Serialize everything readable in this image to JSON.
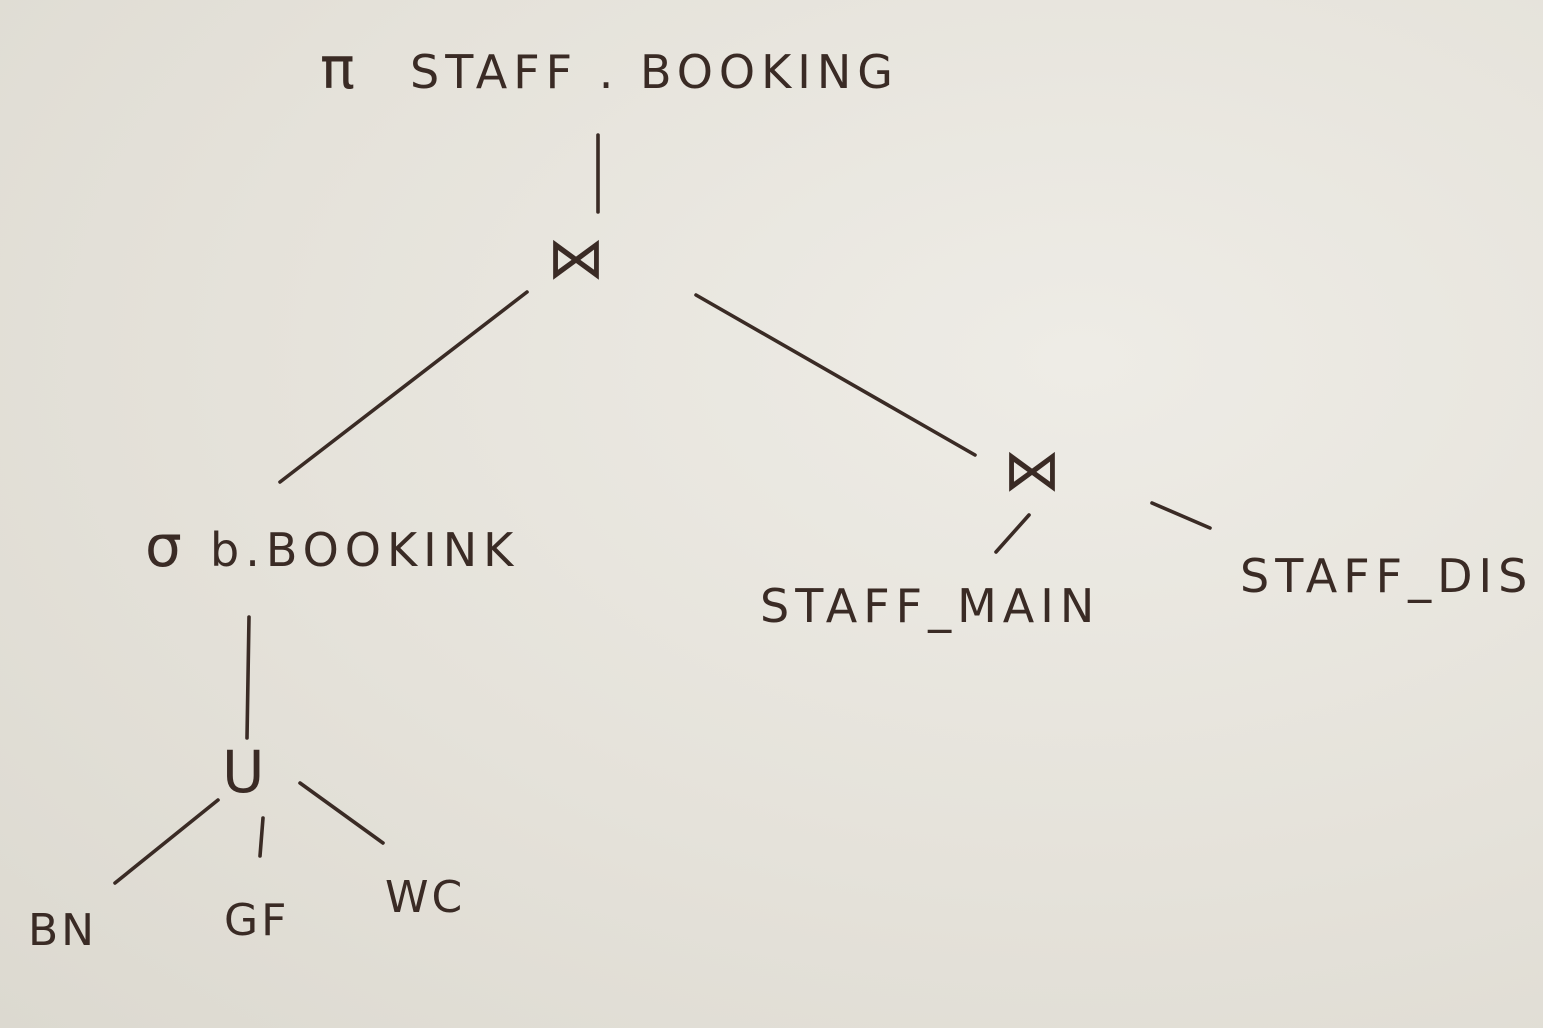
{
  "diagram": {
    "type": "relational-algebra-query-tree",
    "ink_color": "#3a2b25",
    "paper_color": "#e6e3db",
    "nodes": {
      "root": {
        "symbol": "π",
        "label": "STAFF . BOOKING"
      },
      "join_top": {
        "symbol": "⋈"
      },
      "selection": {
        "symbol": "σ",
        "label": "b.BOOKINK"
      },
      "join_right": {
        "symbol": "⋈"
      },
      "staff_main": {
        "label": "STAFF_MAIN"
      },
      "staff_dis": {
        "label": "STAFF_DIS"
      },
      "union": {
        "symbol": "U"
      },
      "bn": {
        "label": "BN"
      },
      "gf": {
        "label": "GF"
      },
      "wc": {
        "label": "WC"
      }
    }
  }
}
